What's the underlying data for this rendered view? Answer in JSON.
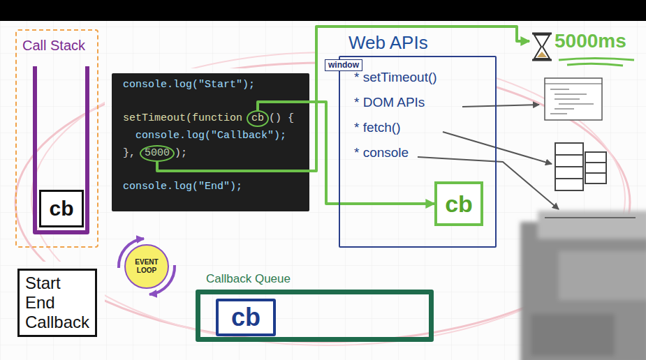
{
  "diagram": {
    "nodes": [
      {
        "text": [
          "Call Stack"
        ]
      },
      {
        "text": [
          "cb"
        ],
        "in": 0
      },
      {
        "text": [
          "console.log(\"Start\");",
          "setTimeout(function",
          "() {",
          "console.log(\"Callback\");",
          "},",
          ");",
          "console.log(\"End\");"
        ]
      },
      {
        "text": [
          "cb"
        ],
        "in": 2
      },
      {
        "text": [
          "5000"
        ],
        "in": 2
      },
      {
        "text": [
          "Web APIs",
          "* setTimeout()",
          "* DOM APIs",
          "* fetch()",
          "* console"
        ]
      },
      {
        "text": [
          "window"
        ],
        "in": 5
      },
      {
        "text": [
          "cb"
        ],
        "in": 5
      },
      {
        "text": [
          "5000ms"
        ]
      },
      {
        "text": [
          "EVENT LOOP"
        ]
      },
      {
        "text": [
          "Callback Queue"
        ]
      },
      {
        "text": [
          "cb"
        ],
        "in": 10
      },
      {
        "text": [
          "Start",
          "End",
          "Callback"
        ]
      }
    ],
    "edges": [
      {
        "from": 3,
        "to": 7,
        "arrow": "to"
      },
      {
        "from": 4,
        "to": 8,
        "arrow": "to"
      }
    ]
  }
}
